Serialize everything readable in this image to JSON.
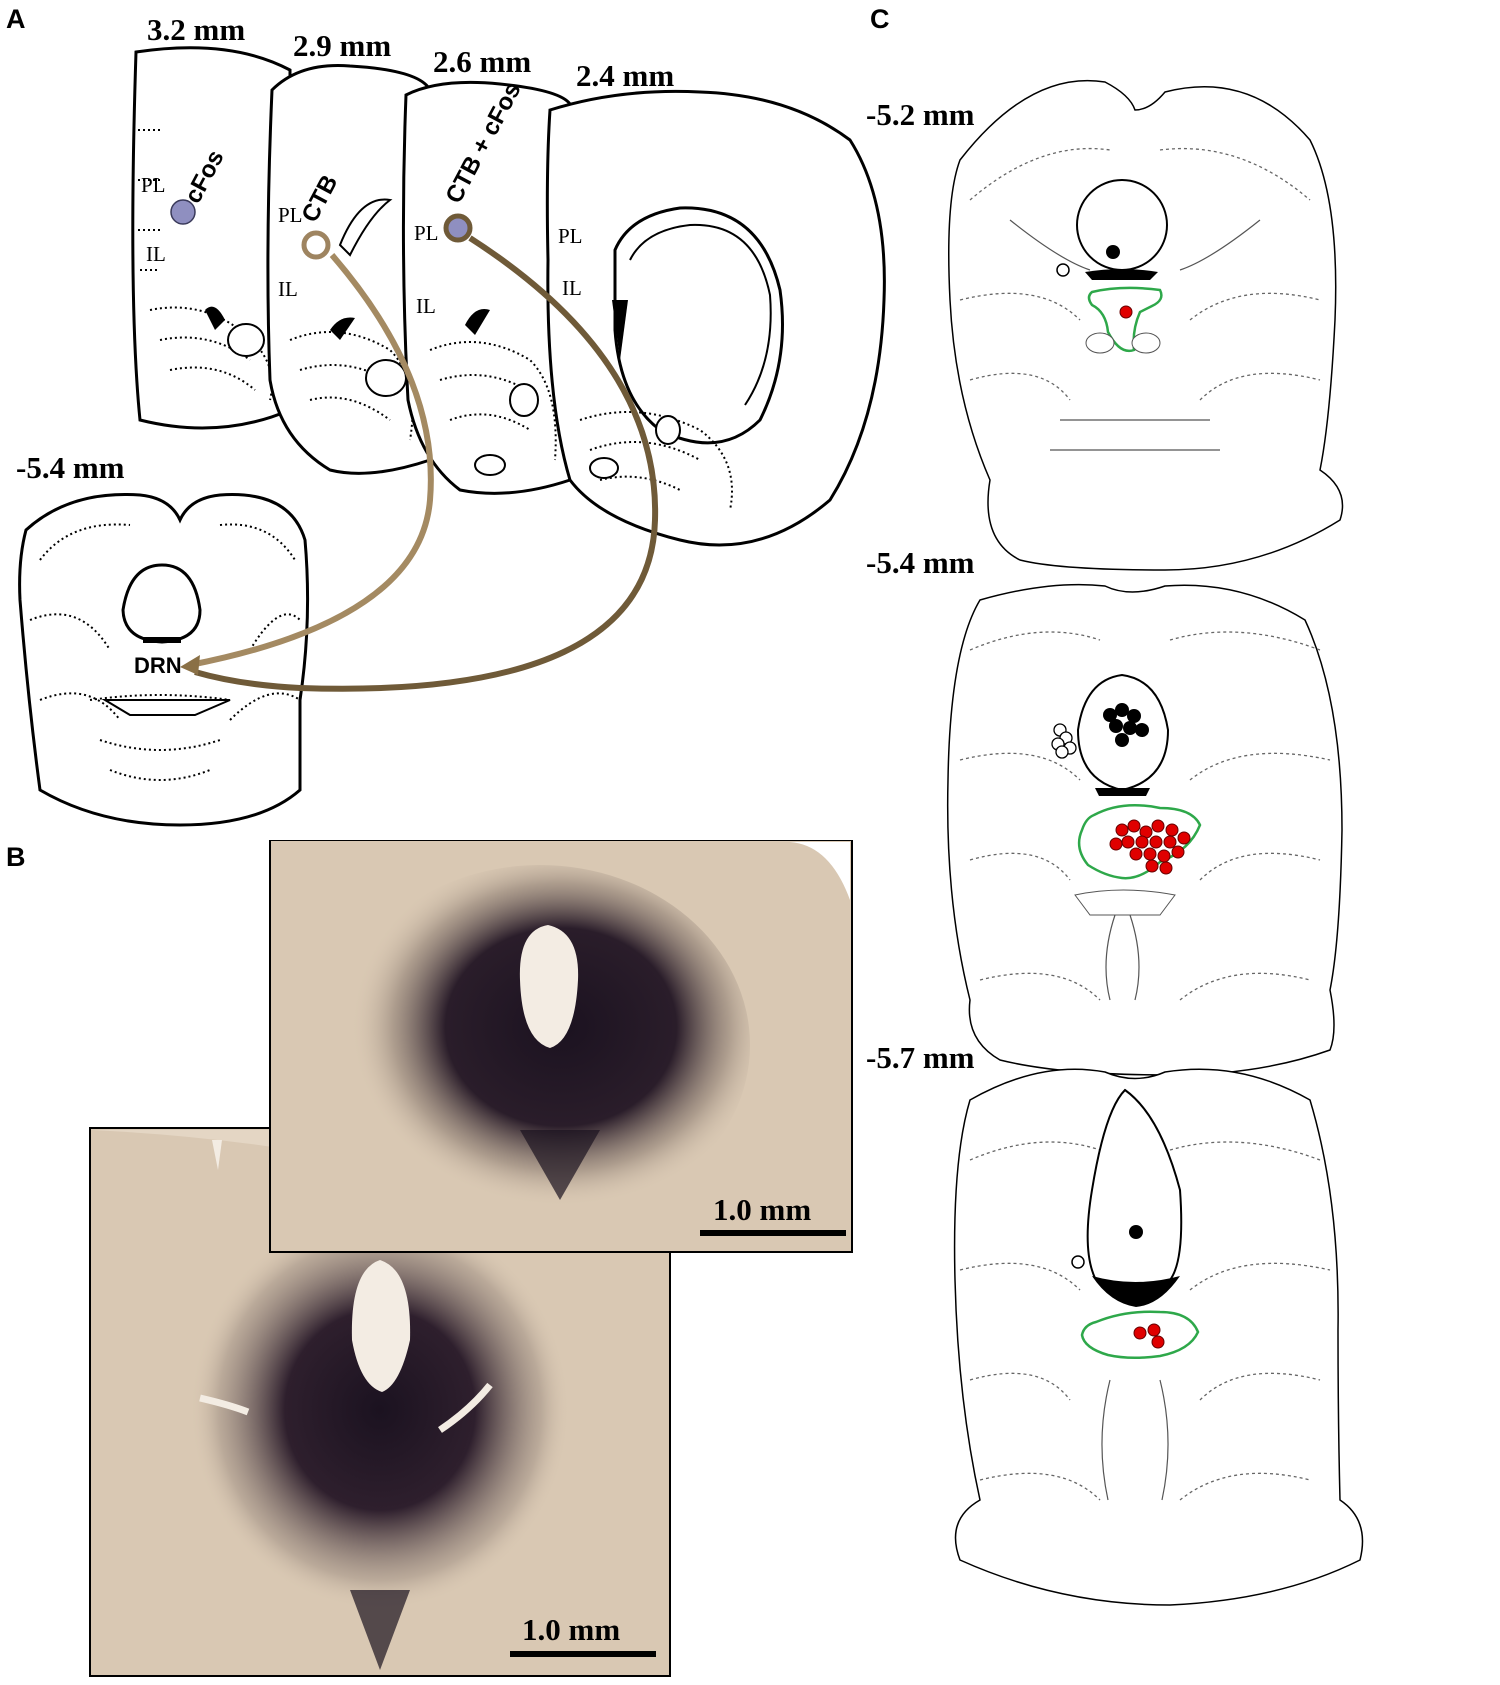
{
  "panels": {
    "a": {
      "letter": "A"
    },
    "b": {
      "letter": "B"
    },
    "c": {
      "letter": "C"
    }
  },
  "panel_a": {
    "coronal_levels": [
      "3.2 mm",
      "2.9 mm",
      "2.6 mm",
      "2.4 mm"
    ],
    "region_labels": {
      "pl": "PL",
      "il": "IL"
    },
    "markers": [
      "cFos",
      "CTB",
      "CTB + cFos"
    ],
    "brainstem_level": "-5.4 mm",
    "target_label": "DRN",
    "colors": {
      "cfos_fill": "#8f8fc0",
      "ctb_arrow": "#a48a62",
      "double_arrow": "#6f5a38"
    }
  },
  "panel_b": {
    "scale_bar_top": "1.0 mm",
    "scale_bar_bottom": "1.0 mm",
    "colors": {
      "tissue": "#d9c8b3",
      "stain": "#1b1220"
    }
  },
  "panel_c": {
    "levels": [
      "-5.2 mm",
      "-5.4 mm",
      "-5.7 mm"
    ],
    "colors": {
      "drn_outline": "#2ea84a",
      "red_dot": "#e00000",
      "black_dot": "#000000",
      "open_dot": "#ffffff"
    }
  }
}
